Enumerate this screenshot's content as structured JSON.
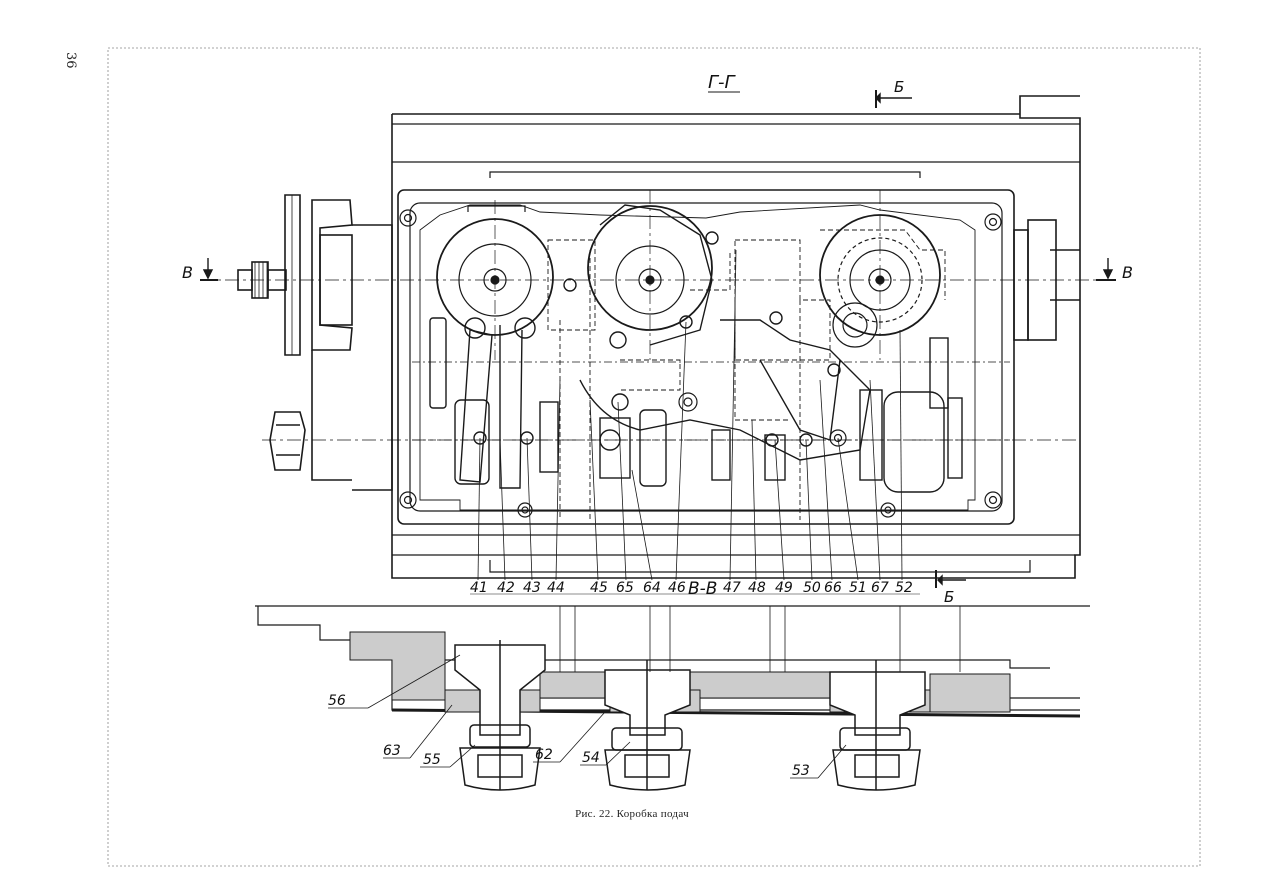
{
  "page_number": "36",
  "caption": "Рис. 22. Коробка подач",
  "section_labels": {
    "top": "Г-Г",
    "left_arrow": "В",
    "right_arrow": "В",
    "top_arrow": "Б",
    "bottom_arrow": "Б",
    "middle": "В-В"
  },
  "callouts_top": [
    "41",
    "42",
    "43",
    "44",
    "45",
    "65",
    "64",
    "46",
    "47",
    "48",
    "49",
    "50",
    "66",
    "51",
    "67",
    "52"
  ],
  "callouts_bottom": [
    "56",
    "63",
    "55",
    "62",
    "54",
    "53"
  ],
  "colors": {
    "ink": "#1a1a1a",
    "paper": "#ffffff",
    "frame": "#888888"
  }
}
